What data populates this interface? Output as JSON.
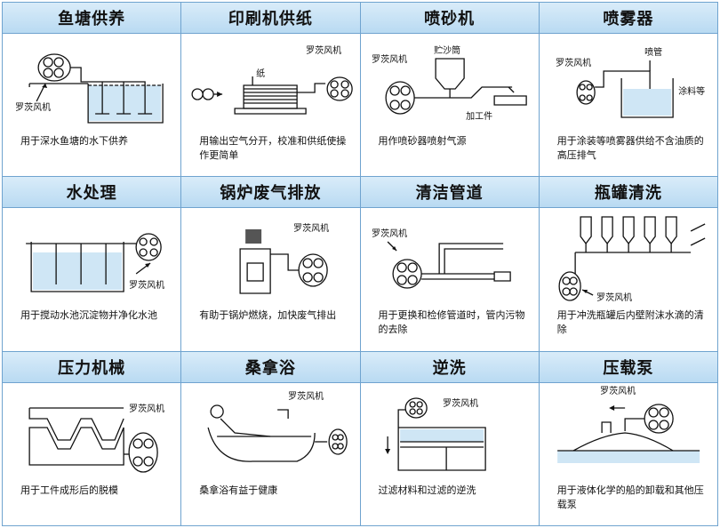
{
  "blower_label": "罗茨风机",
  "cells": [
    {
      "title": "鱼塘供养",
      "caption": "用于深水鱼塘的水下供养"
    },
    {
      "title": "印刷机供纸",
      "caption": "用输出空气分开，校准和供纸使操作更简单",
      "labels": [
        "纸"
      ]
    },
    {
      "title": "喷砂机",
      "caption": "用作喷砂器喷射气源",
      "labels": [
        "贮沙筒",
        "加工件"
      ]
    },
    {
      "title": "喷雾器",
      "caption": "用于涂装等喷雾器供给不含油质的高压排气",
      "labels": [
        "喷管",
        "涂料等"
      ]
    },
    {
      "title": "水处理",
      "caption": "用于搅动水池沉淀物并净化水池"
    },
    {
      "title": "锅炉废气排放",
      "caption": "有助于锅炉燃烧，加快废气排出"
    },
    {
      "title": "清洁管道",
      "caption": "用于更换和检修管道时，管内污物的去除"
    },
    {
      "title": "瓶罐清洗",
      "caption": "用于冲洗瓶罐后内壁附沫水滴的清除"
    },
    {
      "title": "压力机械",
      "caption": "用于工件成形后的脱模"
    },
    {
      "title": "桑拿浴",
      "caption": "桑拿浴有益于健康"
    },
    {
      "title": "逆洗",
      "caption": "过滤材料和过滤的逆洗"
    },
    {
      "title": "压载泵",
      "caption": "用于液体化学的船的卸载和其他压载泵"
    }
  ]
}
